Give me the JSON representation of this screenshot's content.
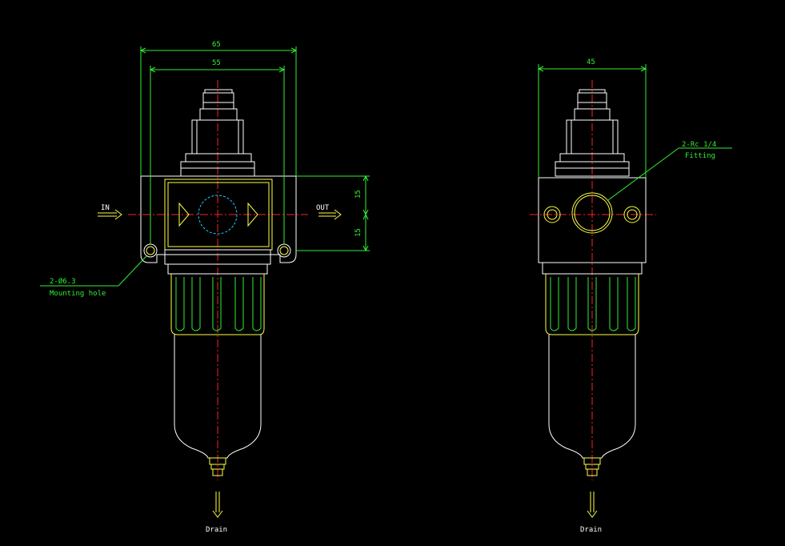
{
  "drawing": {
    "background": "#000000",
    "colors": {
      "outline": "#ffffff",
      "body": "#ffff44",
      "dimension": "#33ee33",
      "centerline": "#ff2222",
      "port": "#22ccff"
    },
    "front_view": {
      "dim_overall": "65",
      "dim_mounting": "55",
      "dim_upper": "15",
      "dim_lower": "15",
      "in_label": "IN",
      "out_label": "OUT",
      "hole_callout": "2-Ø6.3",
      "hole_desc": "Mounting hole",
      "drain_label": "Drain"
    },
    "side_view": {
      "dim_width": "45",
      "port_callout": "2-Rc 1/4",
      "port_desc": "Fitting",
      "drain_label": "Drain"
    }
  }
}
